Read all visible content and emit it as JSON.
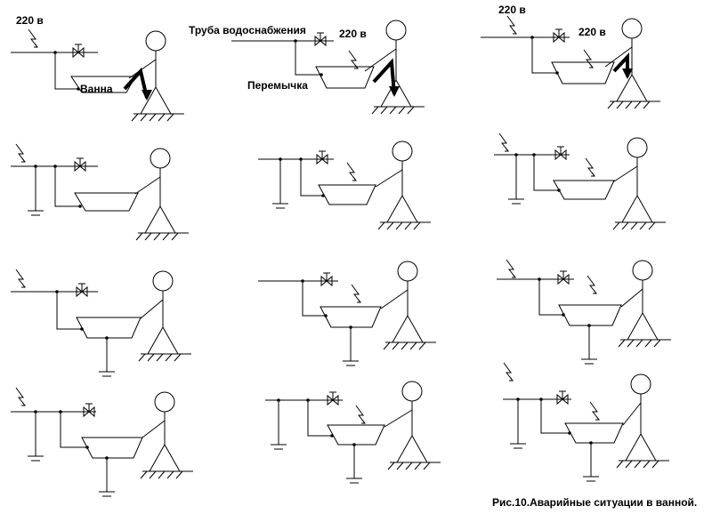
{
  "labels": {
    "voltage_a": "220 в",
    "voltage_b": "220 в",
    "voltage_c": "220 в",
    "voltage_d": "220 в",
    "water_pipe": "Труба водоснабжения",
    "bath": "Ванна",
    "jumper": "Перемычка"
  },
  "caption": "Рис.10.Аварийные ситуации в ванной.",
  "colors": {
    "stroke": "#000000",
    "background": "#ffffff"
  }
}
